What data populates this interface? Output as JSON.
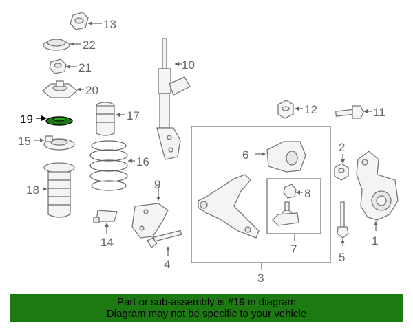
{
  "callouts": {
    "c1": "1",
    "c2": "2",
    "c3": "3",
    "c4": "4",
    "c5": "5",
    "c6": "6",
    "c7": "7",
    "c8": "8",
    "c9": "9",
    "c10": "10",
    "c11": "11",
    "c12": "12",
    "c13": "13",
    "c14": "14",
    "c15": "15",
    "c16": "16",
    "c17": "17",
    "c18": "18",
    "c19": "19",
    "c20": "20",
    "c21": "21",
    "c22": "22"
  },
  "highlight": {
    "part": "19",
    "color": "#1d7a12"
  },
  "banner": {
    "line1": "Part or sub-assembly is #19 in diagram",
    "line2": "Diagram may not be specific to your vehicle",
    "background": "#1d7a12"
  }
}
